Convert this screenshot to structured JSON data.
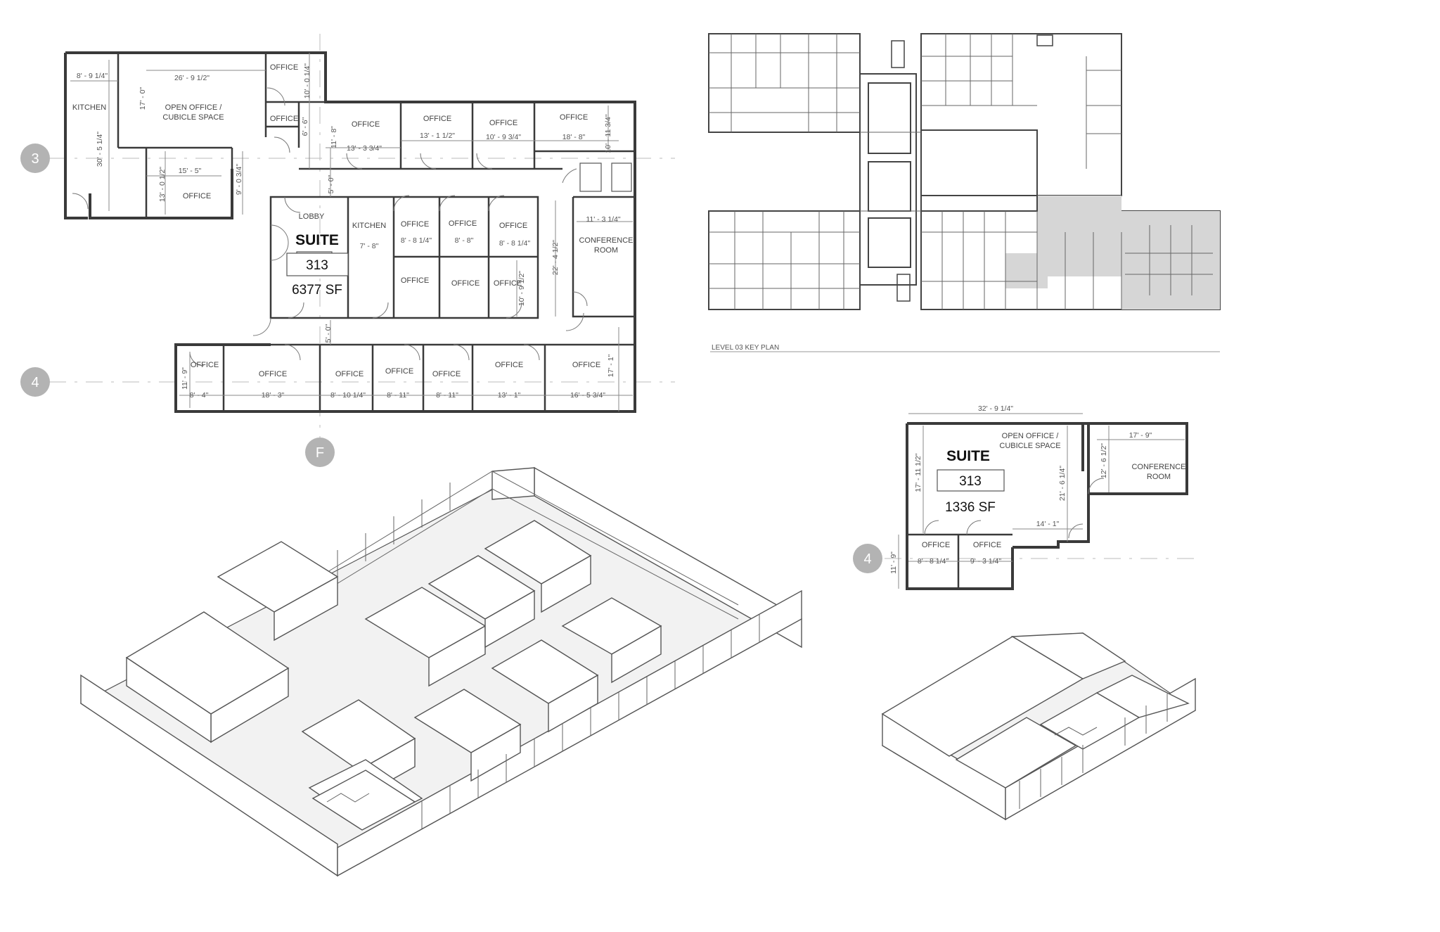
{
  "grid_bubbles": {
    "row3": "3",
    "row4": "4",
    "colF": "F",
    "row4b": "4"
  },
  "plan_a": {
    "suite_label": "SUITE",
    "suite_number": "313",
    "suite_area": "6377 SF",
    "rooms": {
      "kitchen_left": "KITCHEN",
      "open_office": "OPEN OFFICE /",
      "open_office2": "CUBICLE SPACE",
      "office_top_small": "OFFICE",
      "office_top_small2": "OFFICE",
      "office_left_mid": "OFFICE",
      "office_n1": "OFFICE",
      "office_n2": "OFFICE",
      "office_n3": "OFFICE",
      "office_n4": "OFFICE",
      "lobby": "LOBBY",
      "kitchen_mid": "KITCHEN",
      "office_c1": "OFFICE",
      "office_c2": "OFFICE",
      "office_c3": "OFFICE",
      "office_c4": "OFFICE",
      "office_c5": "OFFICE",
      "office_c6": "OFFICE",
      "conference": "CONFERENCE",
      "conference2": "ROOM",
      "office_s1": "OFFICE",
      "office_s2": "OFFICE",
      "office_s3": "OFFICE",
      "office_s4": "OFFICE",
      "office_s5": "OFFICE",
      "office_s6": "OFFICE",
      "office_s7": "OFFICE"
    },
    "dims": {
      "d1": "8' - 9 1/4\"",
      "d2": "26' - 9 1/2\"",
      "d3": "10' - 0 1/4\"",
      "d4": "17' - 0\"",
      "d5": "30' - 5 1/4\"",
      "d6": "6' - 6\"",
      "d7": "15' - 5\"",
      "d8": "13' - 0 1/2\"",
      "d9": "9' - 0 3/4\"",
      "d10": "11' - 8\"",
      "d11": "13' - 3 3/4\"",
      "d12": "13' - 1 1/2\"",
      "d13": "10' - 9 3/4\"",
      "d14": "18' - 8\"",
      "d15": "10' - 11 3/4\"",
      "d16": "5' - 0\"",
      "d17": "7' - 8\"",
      "d18": "8' - 8 1/4\"",
      "d19": "8' - 8\"",
      "d20": "8' - 8 1/4\"",
      "d21": "11' - 3 1/4\"",
      "d22": "22' - 4 1/2\"",
      "d23": "10' - 9 1/2\"",
      "d24": "5' - 0\"",
      "d25": "11' - 9\"",
      "d26": "8' - 4\"",
      "d27": "18' - 3\"",
      "d28": "8' - 10 1/4\"",
      "d29": "8' - 11\"",
      "d30": "8' - 11\"",
      "d31": "13' - 1\"",
      "d32": "16' - 5 3/4\"",
      "d33": "17' - 1\""
    }
  },
  "key_plan": {
    "title": "LEVEL 03 KEY PLAN"
  },
  "plan_b": {
    "suite_label": "SUITE",
    "suite_number": "313",
    "suite_area": "1336 SF",
    "rooms": {
      "open_office": "OPEN OFFICE /",
      "open_office2": "CUBICLE SPACE",
      "conference": "CONFERENCE",
      "conference2": "ROOM",
      "office1": "OFFICE",
      "office2": "OFFICE"
    },
    "dims": {
      "width": "32' - 9 1/4\"",
      "conf_w": "17' - 9\"",
      "conf_h": "12' - 6 1/2\"",
      "left_h": "17' - 11 1/2\"",
      "mid_h": "21' - 6 1/4\"",
      "bottom": "14' - 1\"",
      "office_h": "11' - 9\"",
      "office1_w": "8' - 8 1/4\"",
      "office2_w": "9' - 3 1/4\""
    }
  }
}
